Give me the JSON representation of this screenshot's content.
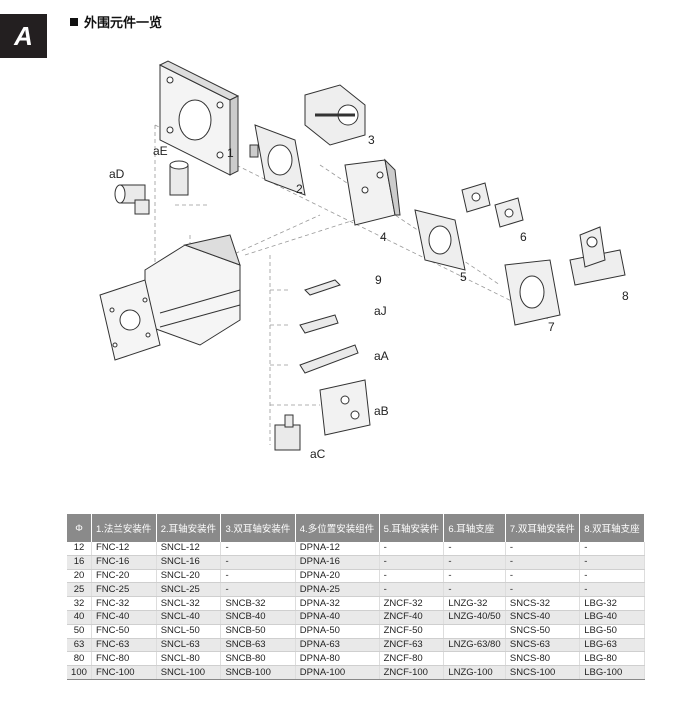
{
  "section_letter": "A",
  "title": "外围元件一览",
  "diagram_labels": {
    "n1": "1",
    "n2": "2",
    "n3": "3",
    "n4": "4",
    "n5": "5",
    "n6": "6",
    "n7": "7",
    "n8": "8",
    "n9": "9",
    "aD": "aD",
    "aE": "aE",
    "aJ": "aJ",
    "aA": "aA",
    "aB": "aB",
    "aC": "aC"
  },
  "table": {
    "headers": [
      "Φ",
      "1.法兰安装件",
      "2.耳轴安装件",
      "3.双耳轴安装件",
      "4.多位置安装组件",
      "5.耳轴安装件",
      "6.耳轴支座",
      "7.双耳轴安装件",
      "8.双耳轴支座"
    ],
    "rows": [
      [
        "12",
        "FNC-12",
        "SNCL-12",
        "-",
        "DPNA-12",
        "-",
        "-",
        "-",
        "-"
      ],
      [
        "16",
        "FNC-16",
        "SNCL-16",
        "-",
        "DPNA-16",
        "-",
        "-",
        "-",
        "-"
      ],
      [
        "20",
        "FNC-20",
        "SNCL-20",
        "-",
        "DPNA-20",
        "-",
        "-",
        "-",
        "-"
      ],
      [
        "25",
        "FNC-25",
        "SNCL-25",
        "-",
        "DPNA-25",
        "-",
        "-",
        "-",
        "-"
      ],
      [
        "32",
        "FNC-32",
        "SNCL-32",
        "SNCB-32",
        "DPNA-32",
        "ZNCF-32",
        "LNZG-32",
        "SNCS-32",
        "LBG-32"
      ],
      [
        "40",
        "FNC-40",
        "SNCL-40",
        "SNCB-40",
        "DPNA-40",
        "ZNCF-40",
        "LNZG-40/50",
        "SNCS-40",
        "LBG-40"
      ],
      [
        "50",
        "FNC-50",
        "SNCL-50",
        "SNCB-50",
        "DPNA-50",
        "ZNCF-50",
        "",
        "SNCS-50",
        "LBG-50"
      ],
      [
        "63",
        "FNC-63",
        "SNCL-63",
        "SNCB-63",
        "DPNA-63",
        "ZNCF-63",
        "LNZG-63/80",
        "SNCS-63",
        "LBG-63"
      ],
      [
        "80",
        "FNC-80",
        "SNCL-80",
        "SNCB-80",
        "DPNA-80",
        "ZNCF-80",
        "",
        "SNCS-80",
        "LBG-80"
      ],
      [
        "100",
        "FNC-100",
        "SNCL-100",
        "SNCB-100",
        "DPNA-100",
        "ZNCF-100",
        "LNZG-100",
        "SNCS-100",
        "LBG-100"
      ]
    ]
  }
}
